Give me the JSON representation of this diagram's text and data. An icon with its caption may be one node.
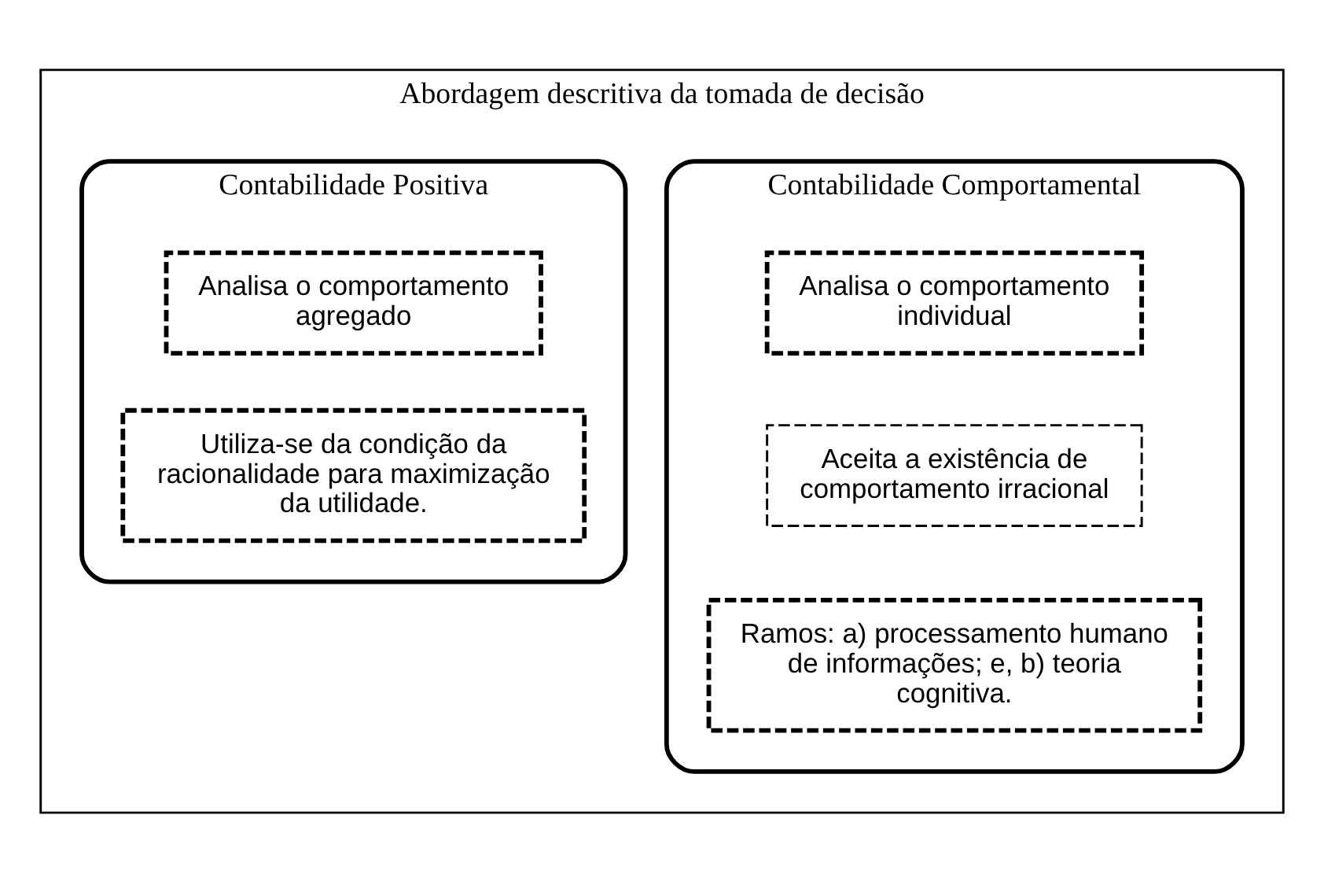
{
  "diagram": {
    "nodes": [
      {
        "text": [
          "Abordagem descritiva da tomada de decisão"
        ]
      },
      {
        "text": [
          "Contabilidade Comportamental"
        ],
        "in": 0
      },
      {
        "text": [
          "Analisa o comportamento individual"
        ],
        "in": 1
      },
      {
        "text": [
          "Aceita a existência de comportamento irracional"
        ],
        "in": 1
      },
      {
        "text": [
          "Ramos: a) processamento humano de informações; e, b) teoria cognitiva."
        ],
        "in": 1
      },
      {
        "text": [
          "Contabilidade Positiva"
        ],
        "in": 0
      },
      {
        "text": [
          "Analisa o comportamento agregado"
        ],
        "in": 5
      },
      {
        "text": [
          "Utiliza-se da condição da racionalidade para maximização da utilidade."
        ],
        "in": 5
      }
    ],
    "edges": []
  }
}
